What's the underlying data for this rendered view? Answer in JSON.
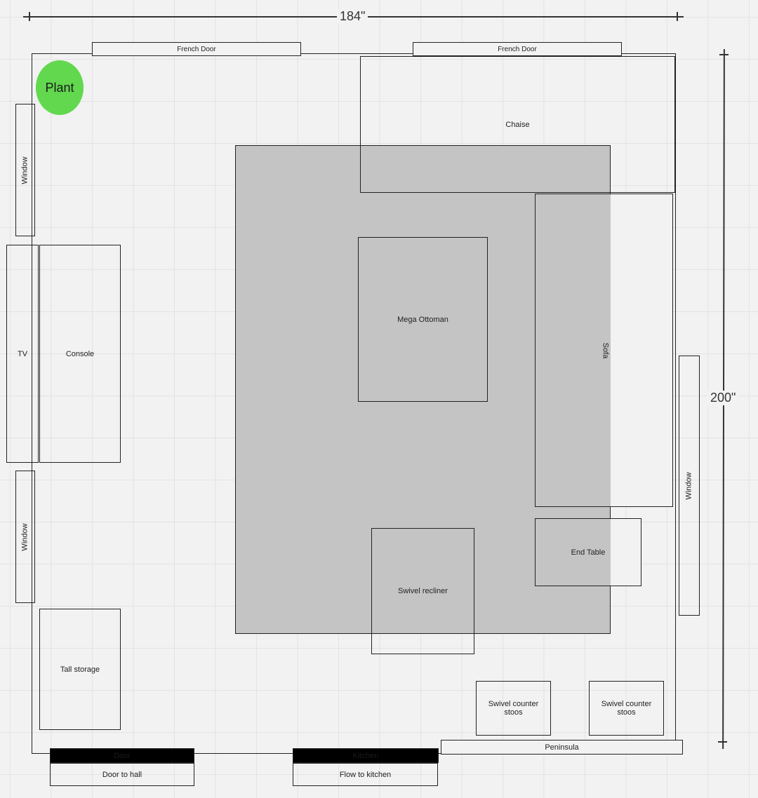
{
  "dimensions": {
    "width": "184\"",
    "height": "200\""
  },
  "items": {
    "french_door_left": "French Door",
    "french_door_right": "French Door",
    "plant": "Plant",
    "chaise": "Chaise",
    "window_left_top": "Window",
    "window_left_bottom": "Window",
    "window_right": "Window",
    "tv": "TV",
    "console": "Console",
    "mega_ottoman": "Mega Ottoman",
    "sofa": "Sofa",
    "end_table": "End Table",
    "swivel_recliner": "Swivel recliner",
    "tall_storage": "Tall storage",
    "stool_left": "Swivel counter stoos",
    "stool_right": "Swivel counter stoos",
    "peninsula": "Peninsula",
    "door": "Door",
    "door_to_hall": "Door to hall",
    "kitchen": "Kitchen",
    "flow_to_kitchen": "Flow to kitchen"
  },
  "colors": {
    "plant": "#62d84e",
    "rug": "#c4c4c4"
  }
}
